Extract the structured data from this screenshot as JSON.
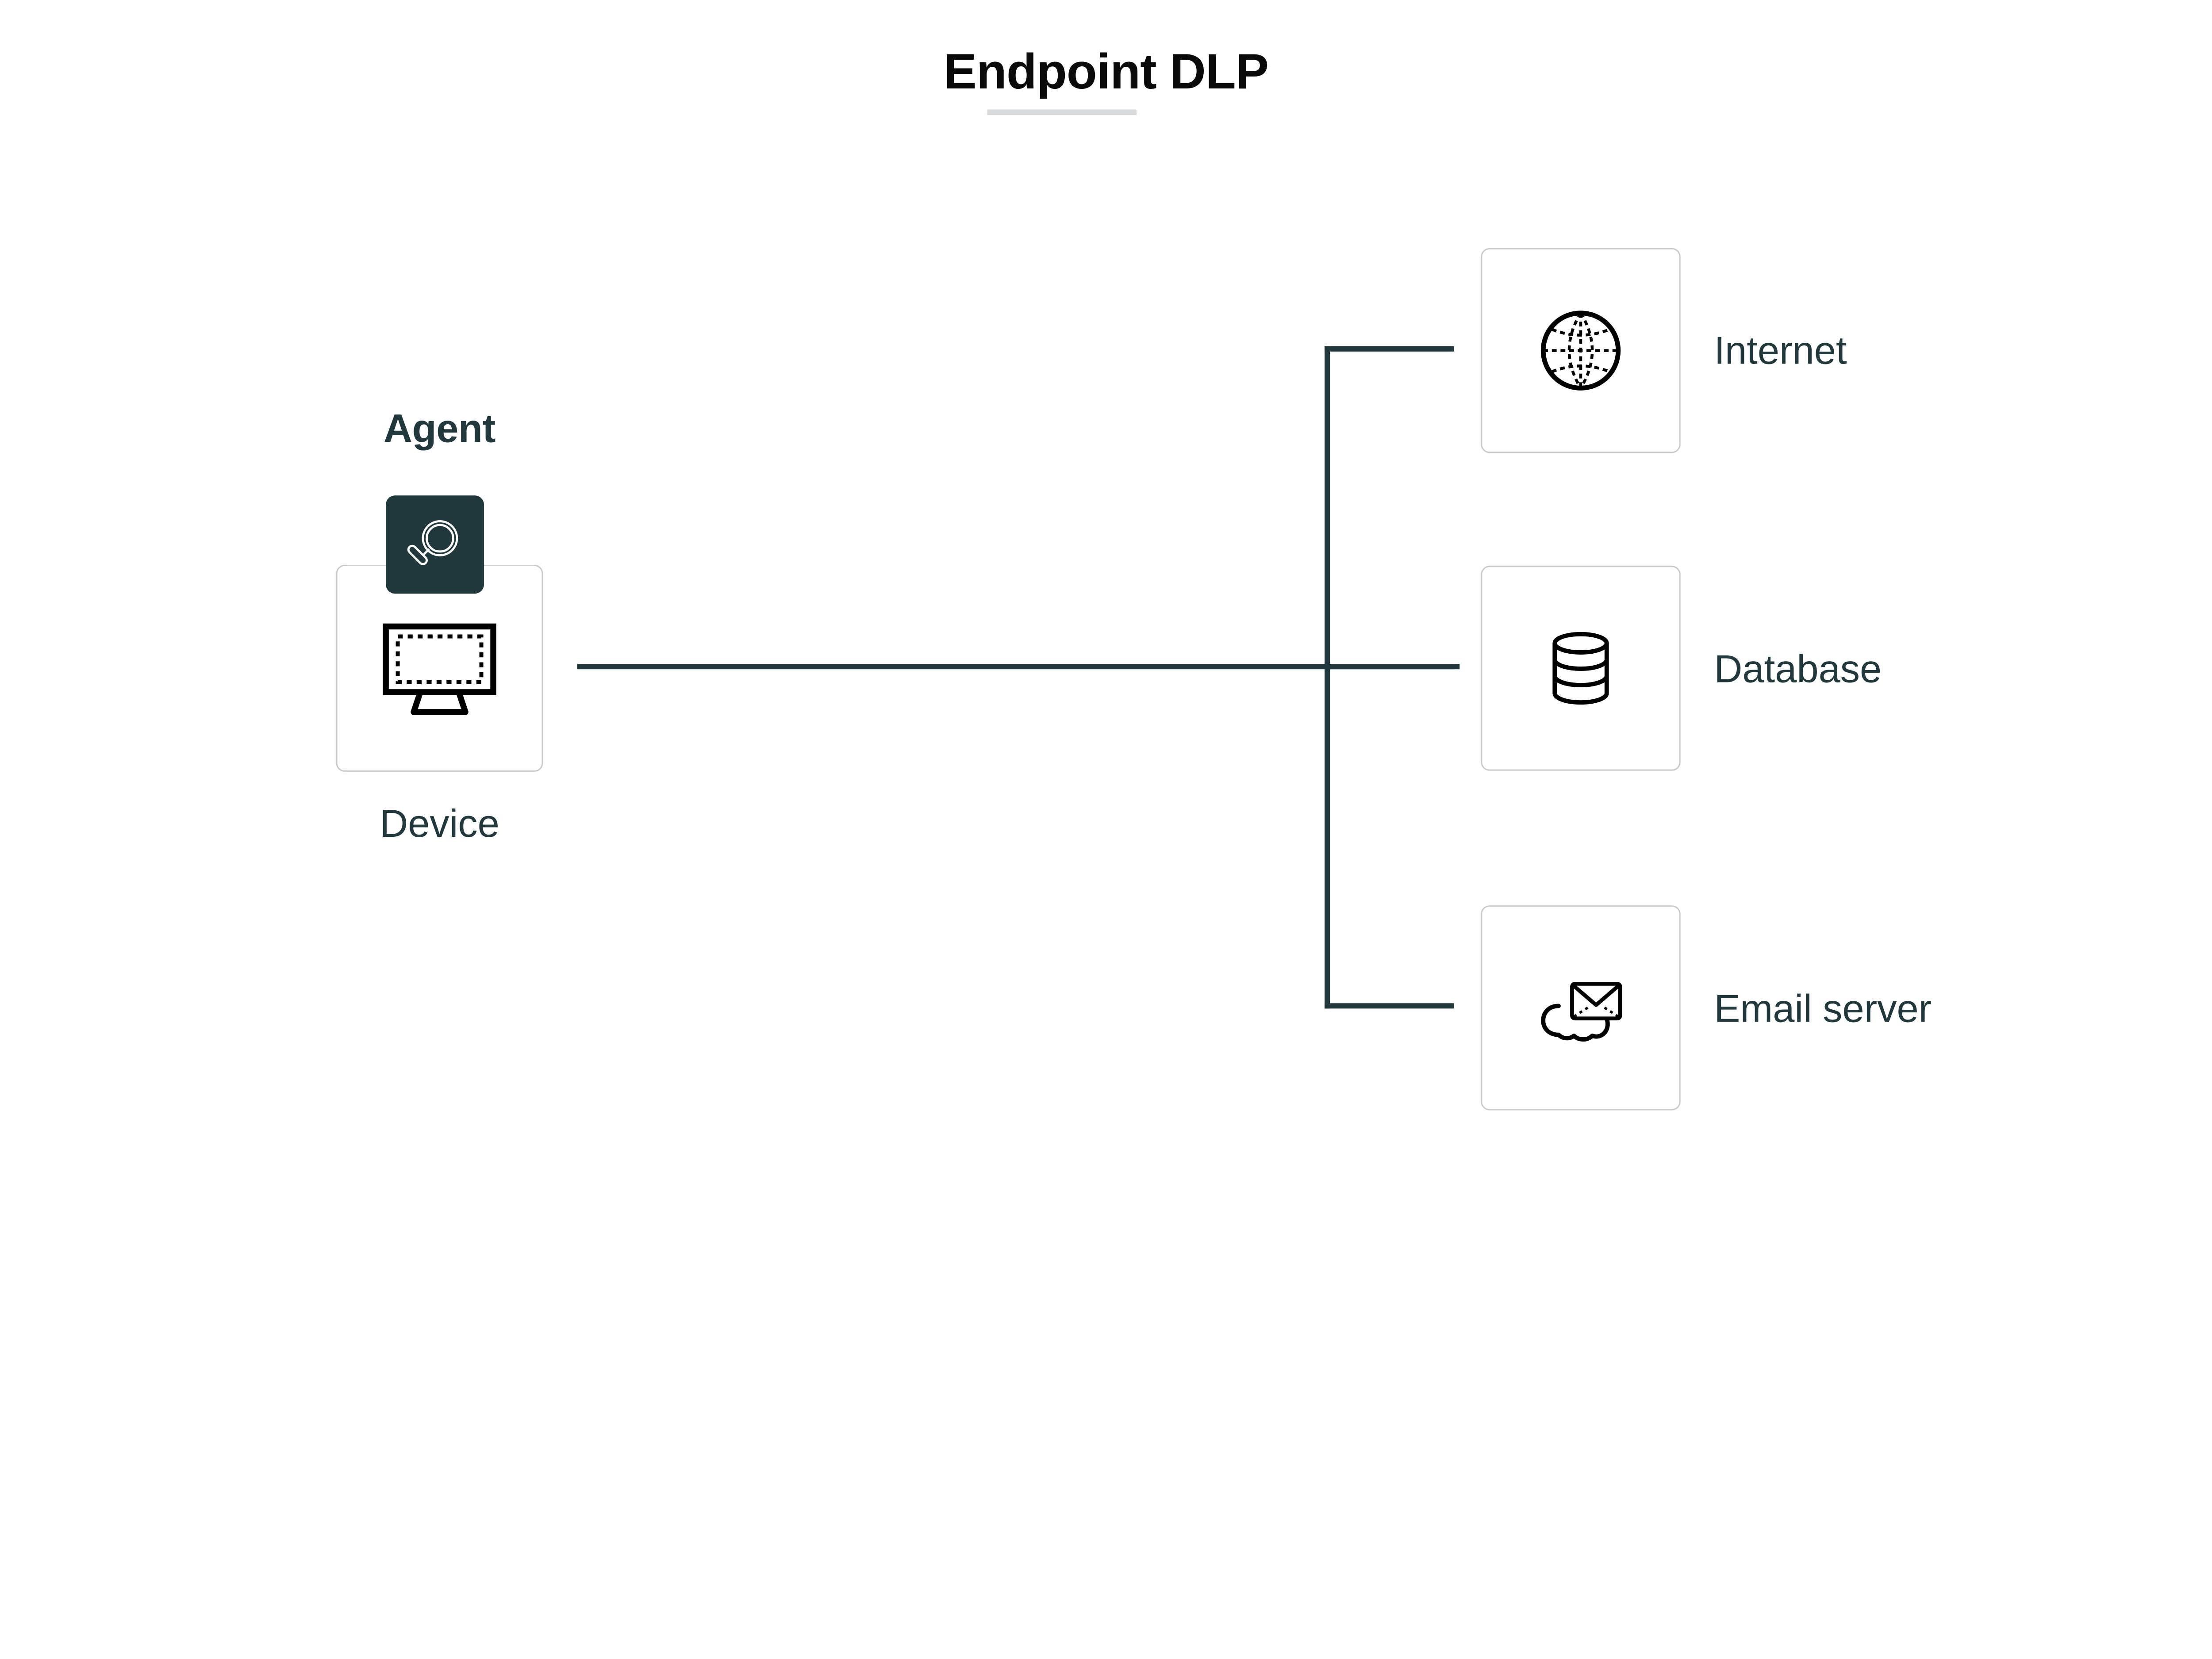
{
  "title": {
    "text": "Endpoint DLP"
  },
  "colors": {
    "accent_teal": "#21383d",
    "card_border": "#c9cbcb",
    "title_text": "#0a0a0a",
    "underline_bar": "#d8dadb",
    "background": "#ffffff",
    "icon_stroke": "#000000"
  },
  "source": {
    "badge_label": "Agent",
    "badge_icon": "magnifier-icon",
    "node_label": "Device",
    "node_icon": "monitor-icon"
  },
  "destinations": [
    {
      "id": "internet",
      "label": "Internet",
      "icon": "globe-icon"
    },
    {
      "id": "database",
      "label": "Database",
      "icon": "database-cylinder-icon"
    },
    {
      "id": "email",
      "label": "Email server",
      "icon": "cloud-envelope-icon"
    }
  ],
  "connections": [
    {
      "from": "Device",
      "to": "Internet"
    },
    {
      "from": "Device",
      "to": "Database"
    },
    {
      "from": "Device",
      "to": "Email server"
    }
  ]
}
